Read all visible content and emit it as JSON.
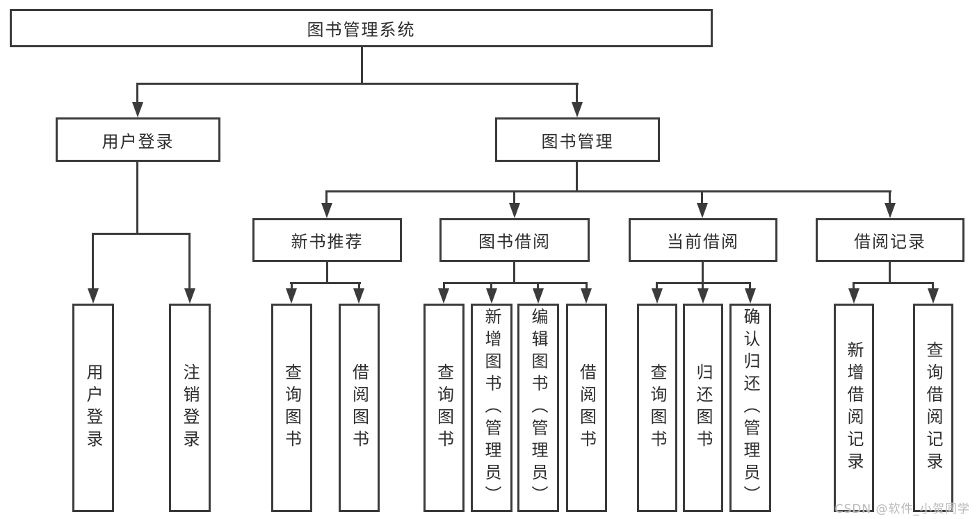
{
  "tree": {
    "root": {
      "label": "图书管理系统",
      "children": [
        {
          "label": "用户登录",
          "children": [
            {
              "label": "用户登录"
            },
            {
              "label": "注销登录"
            }
          ]
        },
        {
          "label": "图书管理",
          "children": [
            {
              "label": "新书推荐",
              "children": [
                {
                  "label": "查询图书"
                },
                {
                  "label": "借阅图书"
                }
              ]
            },
            {
              "label": "图书借阅",
              "children": [
                {
                  "label": "查询图书"
                },
                {
                  "label": "新增图书（管理员）"
                },
                {
                  "label": "编辑图书（管理员）"
                },
                {
                  "label": "借阅图书"
                }
              ]
            },
            {
              "label": "当前借阅",
              "children": [
                {
                  "label": "查询图书"
                },
                {
                  "label": "归还图书"
                },
                {
                  "label": "确认归还（管理员）"
                }
              ]
            },
            {
              "label": "借阅记录",
              "children": [
                {
                  "label": "新增借阅记录"
                },
                {
                  "label": "查询借阅记录"
                }
              ]
            }
          ]
        }
      ]
    }
  },
  "watermark": {
    "text": "CSDN @软件_小贺同学"
  },
  "colors": {
    "line": "#3b3b3b",
    "text": "#2d2d2d",
    "background": "#ffffff",
    "watermark": "#b9b9b9"
  }
}
